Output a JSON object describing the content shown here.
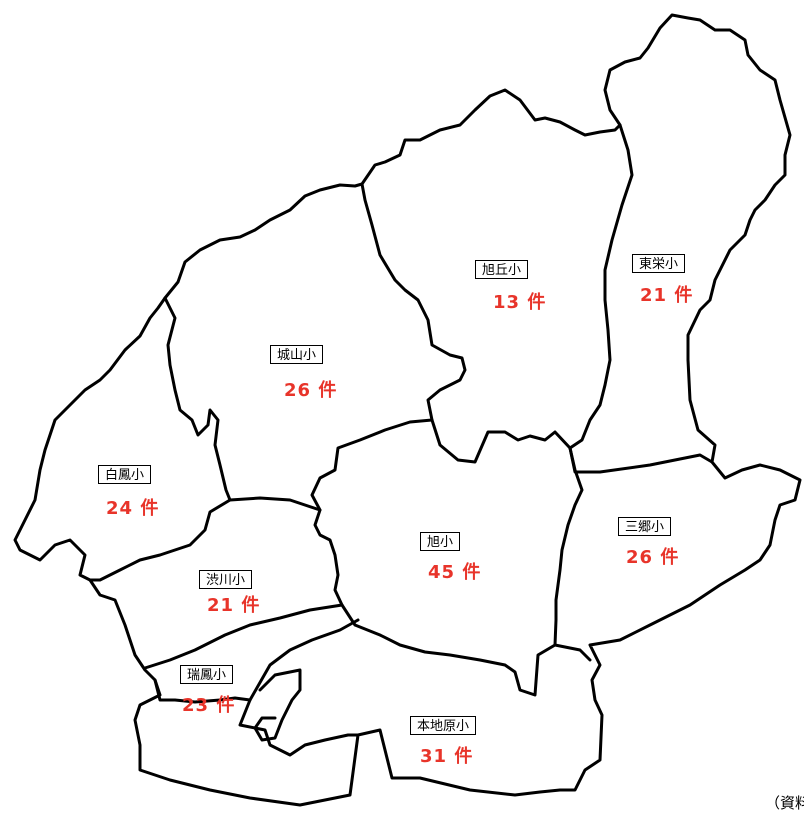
{
  "colors": {
    "count_text": "#e8342a",
    "border": "#000000",
    "background": "#ffffff"
  },
  "districts": [
    {
      "id": "kyokuoka",
      "name": "旭丘小",
      "count": "13 件"
    },
    {
      "id": "toei",
      "name": "東栄小",
      "count": "21 件"
    },
    {
      "id": "shiroyama",
      "name": "城山小",
      "count": "26 件"
    },
    {
      "id": "hakuho",
      "name": "白鳳小",
      "count": "24 件"
    },
    {
      "id": "asahi",
      "name": "旭小",
      "count": "45 件"
    },
    {
      "id": "sango",
      "name": "三郷小",
      "count": "26 件"
    },
    {
      "id": "shibukawa",
      "name": "渋川小",
      "count": "21 件"
    },
    {
      "id": "zuiho",
      "name": "瑞鳳小",
      "count": "23 件"
    },
    {
      "id": "honjibara",
      "name": "本地原小",
      "count": "31 件"
    }
  ],
  "source_note": "（資料"
}
